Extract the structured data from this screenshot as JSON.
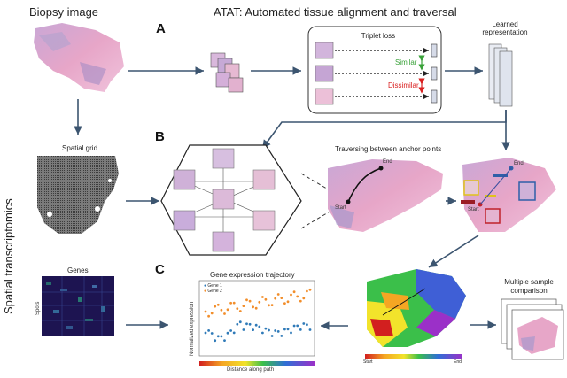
{
  "headers": {
    "biopsy": "Biopsy image",
    "atat": "ATAT: Automated tissue alignment and traversal",
    "spatial_transcriptomics": "Spatial transcriptomics"
  },
  "panels": {
    "a": "A",
    "b": "B",
    "c": "C"
  },
  "panel_a": {
    "triplet_loss": "Triplet loss",
    "similar": "Similar",
    "dissimilar": "Dissimilar",
    "learned_representation_1": "Learned",
    "learned_representation_2": "representation"
  },
  "spatial_grid": "Spatial grid",
  "genes_matrix": {
    "title": "Genes",
    "ylabel": "Spots"
  },
  "traverse": {
    "title": "Traversing between anchor points",
    "start": "Start",
    "end": "End",
    "start2": "Start",
    "end2": "End"
  },
  "trajectory": {
    "title": "Gene expression trajectory",
    "ylabel": "Normalized expression",
    "xlabel": "Distance along path",
    "legend": [
      "Gene 1",
      "Gene 2"
    ]
  },
  "comparison": {
    "line1": "Multiple sample",
    "line2": "comparison"
  },
  "colorbar": {
    "start": "Start",
    "end": "End"
  },
  "colors": {
    "tissue_pink": "#e7a6c8",
    "tissue_purple": "#8e7fb5",
    "arrow": "#3c5570",
    "similar": "#3aa23a",
    "dissimilar": "#d92020",
    "series_blue": "#2f7ab8",
    "series_orange": "#f28e2b"
  }
}
